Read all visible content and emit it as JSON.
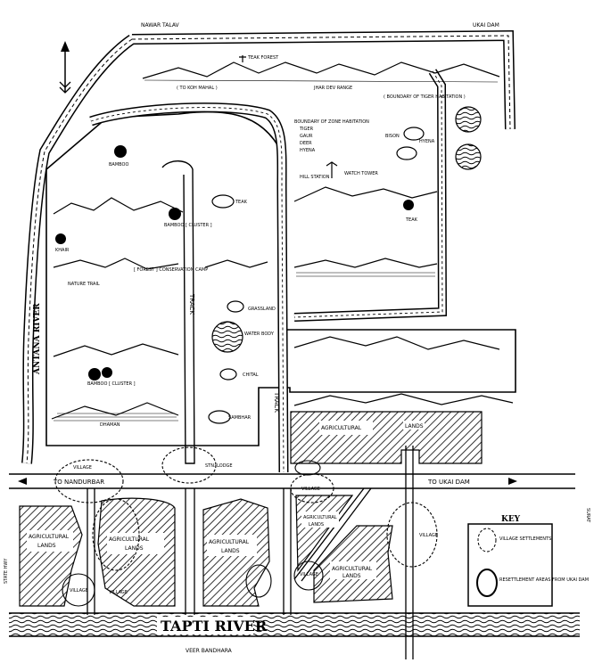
{
  "map": {
    "north": "N",
    "labels": {
      "top_edge": "NAWAR TALAV",
      "top_right": "UKAI DAM",
      "ridge_left": "( TO KOH MAHAL )",
      "ridge_mid": "JHAR DEV RANGE",
      "ridge_right": "( BOUNDARY OF TIGER HABITATION )",
      "tree_label": "TEAK FOREST",
      "center_note_1": "BOUNDARY OF ZONE HABITATION",
      "center_note_2": "TIGER",
      "center_note_3": "GAUR",
      "center_note_4": "DEER",
      "center_note_5": "HYENA",
      "bison": "BISON",
      "hyena_label": "HYENA",
      "watch_tower": "WATCH TOWER",
      "hill_station": "HILL STATION",
      "teak_1": "TEAK",
      "teak_2": "TEAK",
      "bamboo_1": "BAMBOO",
      "bamboo_2": "BAMBOO [ CLUSTER ]",
      "bamboo_3": "BAMBOO [ CLUSTER ]",
      "khair": "KHAIR",
      "forest_camp": "[ FOREST ] CONSERVATION CAMP",
      "nature_trail": "NATURE TRAIL",
      "water_body": "WATER BODY",
      "grassland": "GRASSLAND",
      "chital": "CHITAL",
      "dhaman": "DHAMAN",
      "sambhar": "SAMBHAR",
      "stn_lodge": "STN. LODGE",
      "road_name_1": "TRACK",
      "road_name_2": "TRACK",
      "to_nandurbar": "TO NANDURBAR",
      "to_ukai_dam": "TO UKAI DAM",
      "agri_top_1": "AGRICULTURAL",
      "agri_top_2": "LANDS",
      "agri_1": "AGRICULTURAL",
      "agri_1b": "LANDS",
      "agri_2": "AGRICULTURAL",
      "agri_2b": "LANDS",
      "agri_3": "AGRICULTURAL",
      "agri_3b": "LANDS",
      "agri_4": "AGRICULTURAL",
      "agri_4b": "LANDS",
      "agri_5": "AGRICULTURAL",
      "agri_5b": "LANDS",
      "village_1": "VILLAGE",
      "village_2": "VILLAGE",
      "village_3": "VILLAGE",
      "village_4": "VILLAGE",
      "village_5": "VILLAGE",
      "village_6": "VILLAGE",
      "tapti_river": "TAPTI RIVER",
      "antana_river": "ANTANA RIVER",
      "left_side": "STATE HWY",
      "right_side": "SURAT",
      "bottom_edge": "VEER BANDHARA",
      "key_title": "KEY",
      "key_1": "VILLAGE SETTLEMENTS",
      "key_2": "RESETTLEMENT AREAS FROM UKAI DAM"
    }
  }
}
